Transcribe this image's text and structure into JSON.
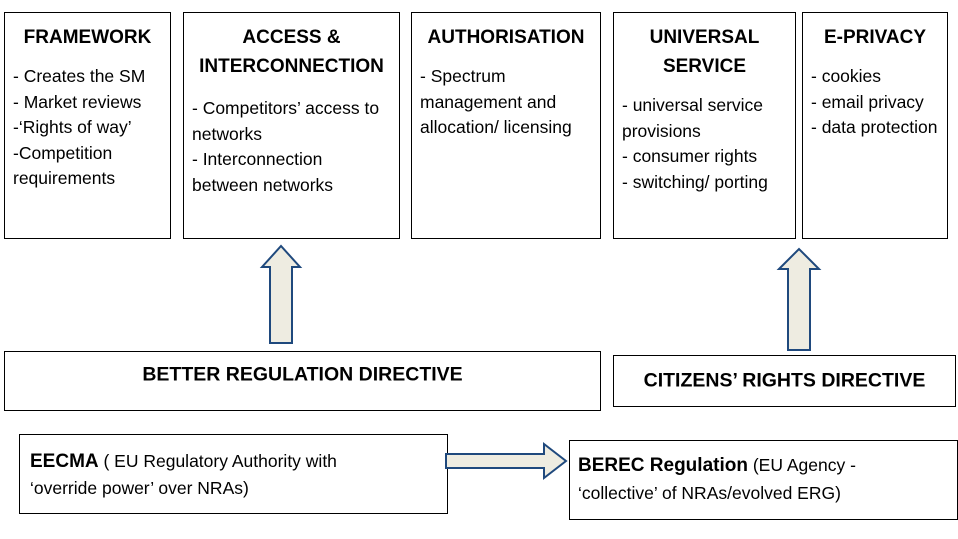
{
  "pillars": [
    {
      "title": "FRAMEWORK",
      "items": [
        "- Creates the SM",
        "- Market reviews",
        "-‘Rights of way’",
        "-Competition requirements"
      ]
    },
    {
      "title": "ACCESS &\nINTERCONNECTION",
      "items": [
        "- Competitors’ access to networks",
        "- Interconnection between networks"
      ]
    },
    {
      "title": "AUTHORISATION",
      "items": [
        "- Spectrum management and allocation/ licensing"
      ]
    },
    {
      "title": "UNIVERSAL\nSERVICE",
      "items": [
        "- universal service provisions",
        "- consumer rights",
        "- switching/ porting"
      ]
    },
    {
      "title": "E-PRIVACY",
      "items": [
        "- cookies",
        "- email privacy",
        "- data protection"
      ]
    }
  ],
  "directives": {
    "better_regulation": "BETTER REGULATION DIRECTIVE",
    "citizens_rights": "CITIZENS’ RIGHTS DIRECTIVE"
  },
  "eecma": {
    "name": "EECMA",
    "line1": " ( EU Regulatory Authority with",
    "line2": "‘override power’ over NRAs)"
  },
  "berec": {
    "name": "BEREC Regulation",
    "line1": " (EU Agency -",
    "line2": "‘collective’ of NRAs/evolved  ERG)"
  },
  "colors": {
    "arrow_fill": "#eeece1",
    "arrow_stroke": "#1f497d",
    "border": "#000000"
  }
}
